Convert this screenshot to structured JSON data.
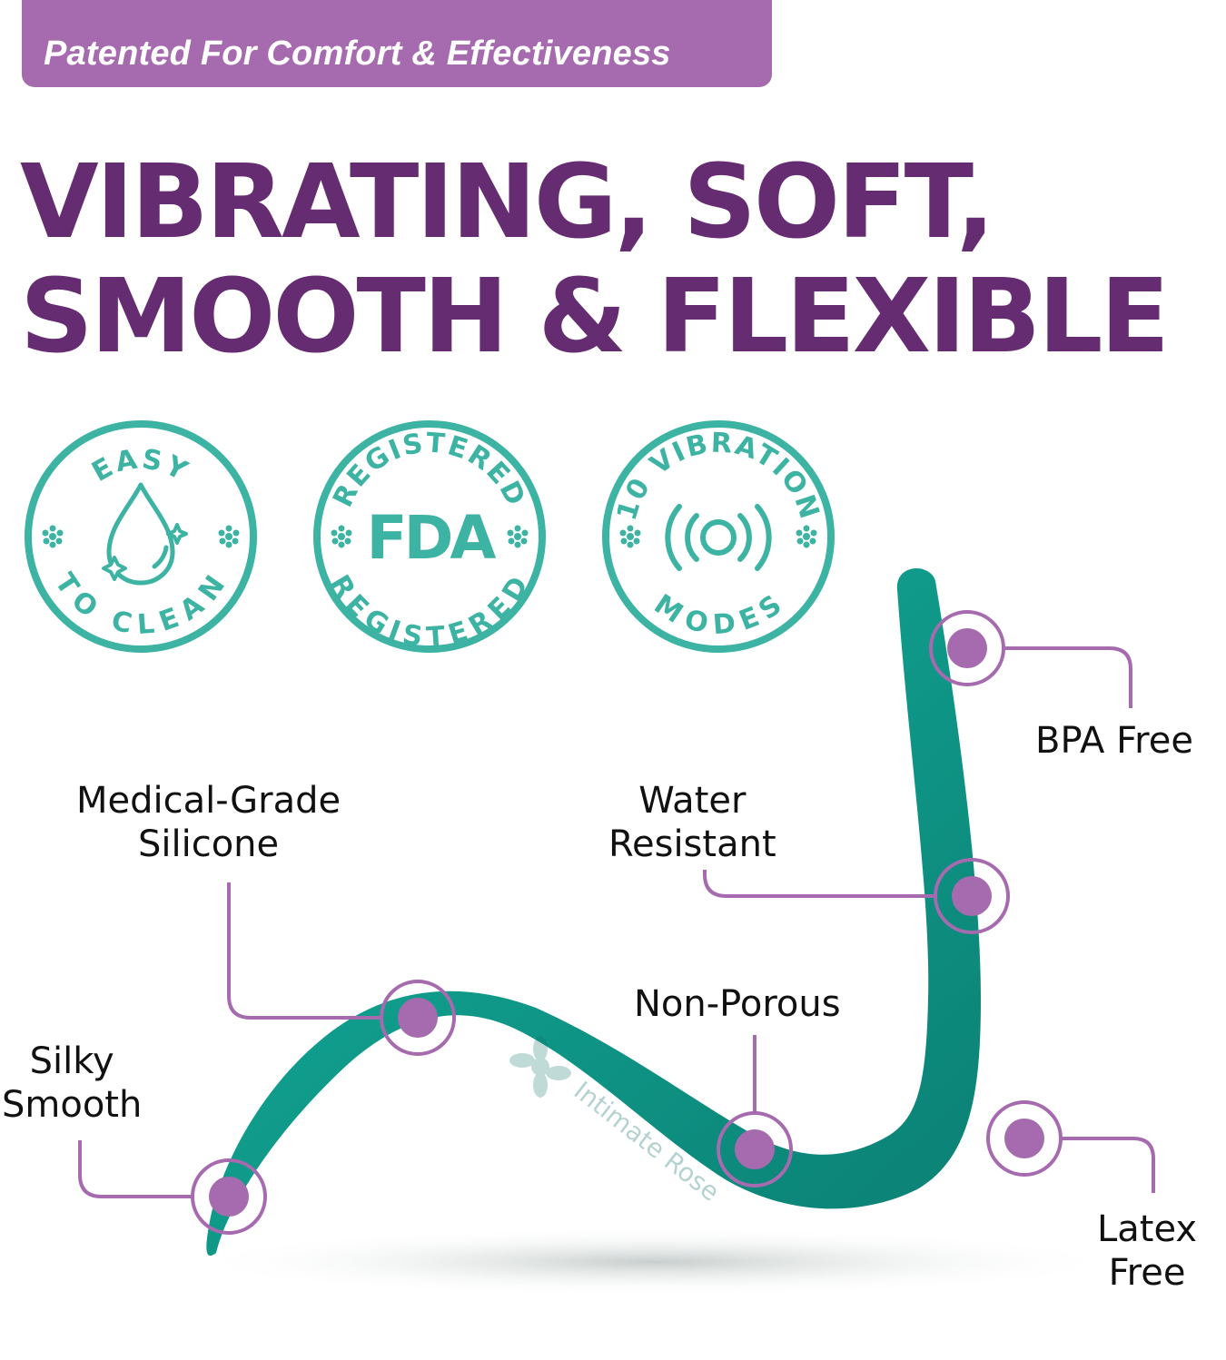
{
  "banner": {
    "text": "Patented For Comfort & Effectiveness",
    "color": "#a66aae"
  },
  "headline": {
    "line1": "VIBRATING, SOFT,",
    "line2": "SMOOTH & FLEXIBLE",
    "color": "#662c71"
  },
  "badges": [
    {
      "top_text": "EASY",
      "bottom_text": "TO CLEAN",
      "icon": "water-drop-sparkle-icon"
    },
    {
      "top_text": "REGISTERED",
      "center_text": "FDA",
      "bottom_text": "REGISTERED",
      "icon": "fda-icon"
    },
    {
      "top_text": "10 VIBRATION",
      "bottom_text": "MODES",
      "icon": "vibration-waves-icon"
    }
  ],
  "badge_color": "#3db3a3",
  "product": {
    "brand_watermark": "Intimate Rose",
    "color": "#119e8f",
    "callout_color": "#a66aae"
  },
  "callouts": [
    {
      "id": "bpa-free",
      "line1": "BPA Free",
      "line2": ""
    },
    {
      "id": "medical-grade-silicone",
      "line1": "Medical-Grade",
      "line2": "Silicone"
    },
    {
      "id": "water-resistant",
      "line1": "Water",
      "line2": "Resistant"
    },
    {
      "id": "non-porous",
      "line1": "Non-Porous",
      "line2": ""
    },
    {
      "id": "silky-smooth",
      "line1": "Silky",
      "line2": "Smooth"
    },
    {
      "id": "latex-free",
      "line1": "Latex",
      "line2": "Free"
    }
  ]
}
